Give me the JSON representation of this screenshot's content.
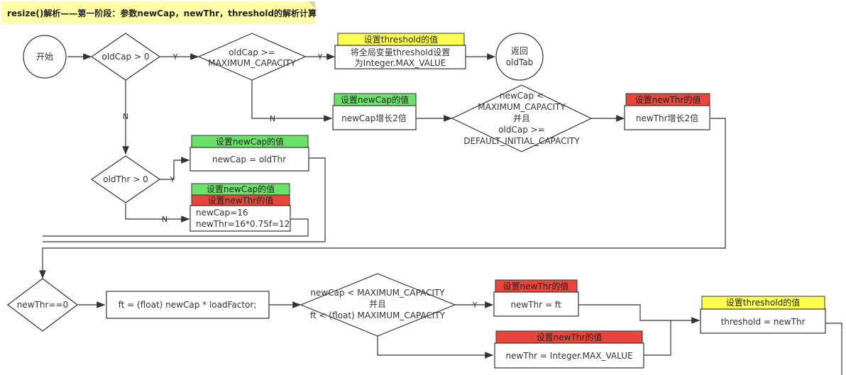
{
  "note": {
    "text": "resize()解析——第一阶段：参数newCap，newThr，threshold的解析计算"
  },
  "colors": {
    "yellow": "#ffff4f",
    "green": "#6be06b",
    "red": "#e8463c",
    "line": "#333333"
  },
  "nodes": {
    "start": "开始",
    "d_oldcap": "oldCap > 0",
    "d_max_1": "oldCap >=",
    "d_max_2": "MAXIMUM_CAPACITY",
    "box_threshold_tag": "设置threshold的值",
    "box_threshold_1": "将全局变量threshold设置",
    "box_threshold_2": "为Integer.MAX_VALUE",
    "return_1": "返回",
    "return_2": "oldTab",
    "box_double_tag": "设置newCap的值",
    "box_double_body": "newCap增长2倍",
    "d_cond_1": "newCap <",
    "d_cond_2": "MAXIMUM_CAPACITY",
    "d_cond_3": "并且",
    "d_cond_4": "oldCap >=",
    "d_cond_5": "DEFAULT_INITIAL_CAPACITY",
    "box_thr2_tag": "设置newThr的值",
    "box_thr2_body": "newThr增长2倍",
    "d_oldthr": "oldThr > 0",
    "box_oldthr_tag": "设置newCap的值",
    "box_oldthr_body": "newCap = oldThr",
    "box_default_tag1": "设置newCap的值",
    "box_default_tag2": "设置newThr的值",
    "box_default_1": "newCap=16",
    "box_default_2": "newThr=16*0.75f=12",
    "d_newthr": "newThr==0",
    "box_ft": "ft = (float) newCap * loadFactor;",
    "d_ft_1": "newCap < MAXIMUM_CAPACITY",
    "d_ft_2": "并且",
    "d_ft_3": "ft < (float) MAXIMUM_CAPACITY",
    "box_ft_tag": "设置newThr的值",
    "box_ft_body": "newThr = ft",
    "box_int_tag": "设置newThr的值",
    "box_int_body": "newThr = Integer.MAX_VALUE",
    "box_final_tag": "设置threshold的值",
    "box_final_body": "threshold = newThr"
  },
  "edge_labels": {
    "yes": "Y",
    "no": "N"
  }
}
